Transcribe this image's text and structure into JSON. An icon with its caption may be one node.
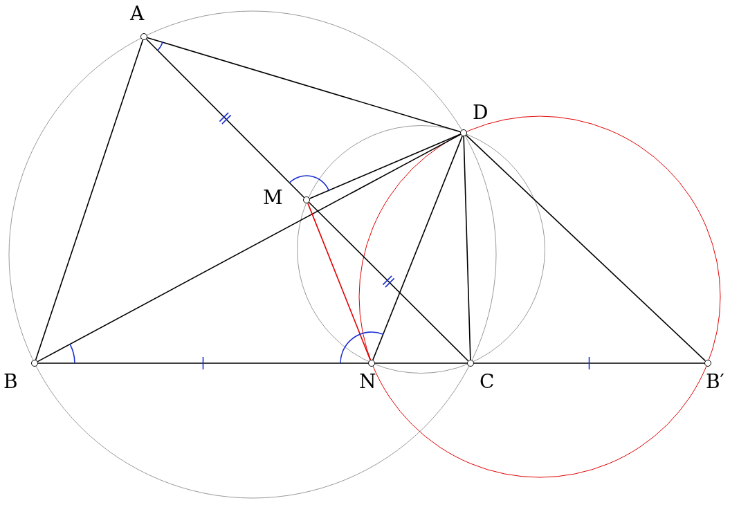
{
  "diagram": {
    "nodes": [
      {
        "text": [
          "A"
        ]
      },
      {
        "text": [
          "D"
        ]
      },
      {
        "text": [
          "M"
        ]
      },
      {
        "text": [
          "B"
        ]
      },
      {
        "text": [
          "N"
        ]
      },
      {
        "text": [
          "C"
        ]
      },
      {
        "text": [
          "B′"
        ]
      }
    ],
    "edges": [
      {
        "from": 0,
        "to": 3,
        "arrow": "none"
      },
      {
        "from": 0,
        "to": 1,
        "arrow": "none"
      },
      {
        "from": 0,
        "to": 2,
        "arrow": "none"
      },
      {
        "from": 2,
        "to": 5,
        "arrow": "none"
      },
      {
        "from": 3,
        "to": 1,
        "arrow": "none"
      },
      {
        "from": 2,
        "to": 1,
        "arrow": "none"
      },
      {
        "from": 4,
        "to": 1,
        "arrow": "none"
      },
      {
        "from": 5,
        "to": 1,
        "arrow": "none"
      },
      {
        "from": 6,
        "to": 1,
        "arrow": "none"
      },
      {
        "from": 3,
        "to": 4,
        "arrow": "none"
      },
      {
        "from": 4,
        "to": 5,
        "arrow": "none"
      },
      {
        "from": 5,
        "to": 6,
        "arrow": "none"
      },
      {
        "from": 2,
        "to": 4,
        "arrow": "none",
        "color": "#e00000"
      }
    ]
  }
}
